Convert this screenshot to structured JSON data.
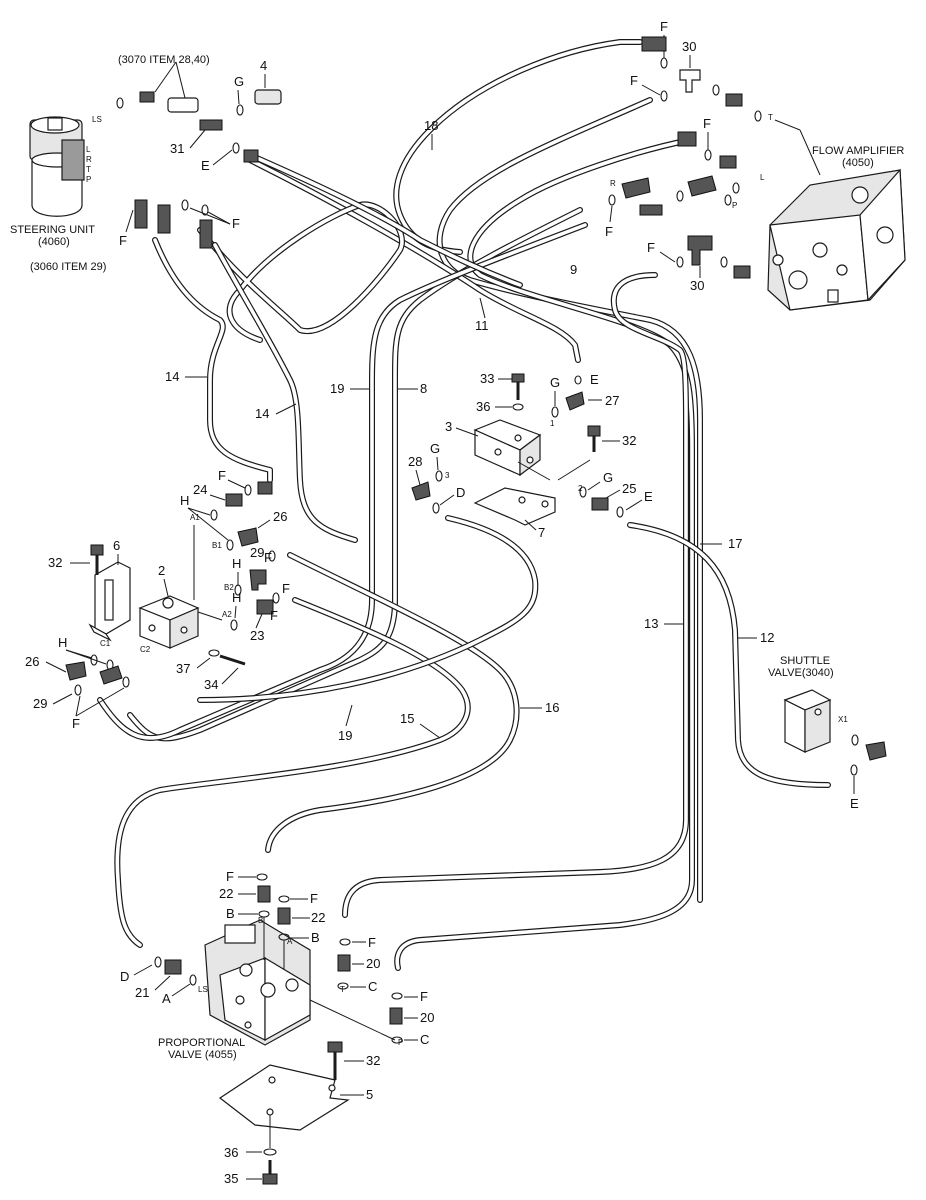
{
  "assemblies": {
    "steering_unit": "STEERING UNIT",
    "steering_unit_no": "(4060)",
    "flow_amplifier": "FLOW AMPLIFIER",
    "flow_amplifier_no": "(4050)",
    "shuttle_valve": "SHUTTLE",
    "shuttle_valve_no": "VALVE(3040)",
    "proportional_valve": "PROPORTIONAL",
    "proportional_valve_no": "VALVE (4055)",
    "ref_3070": "(3070 ITEM 28,40)",
    "ref_3060": "(3060 ITEM 29)"
  },
  "port_labels": {
    "LS": "LS",
    "L": "L",
    "R": "R",
    "T": "T",
    "P": "P",
    "A1": "A1",
    "B1": "B1",
    "A2": "A2",
    "B2": "B2",
    "C1": "C1",
    "C2": "C2",
    "X1": "X1",
    "B": "B",
    "A": "A",
    "T2": "T",
    "P2": "P",
    "R2": "R",
    "n1": "1",
    "n2": "2",
    "n3": "3"
  },
  "callouts": {
    "c4": "4",
    "cG1": "G",
    "cE1": "E",
    "c31": "31",
    "cF_top1": "F",
    "c30_top": "30",
    "cF_top2": "F",
    "cF_top3": "F",
    "c18": "18",
    "cF_steer": "F",
    "cF_steer2": "F",
    "cF_fa1": "F",
    "cF_fa2": "F",
    "c30_mid": "30",
    "c9": "9",
    "c11": "11",
    "c14a": "14",
    "c14b": "14",
    "c19a": "19",
    "c8": "8",
    "c33": "33",
    "cG2": "G",
    "cE2": "E",
    "c36a": "36",
    "c27": "27",
    "c3": "3",
    "c32a": "32",
    "cG3": "G",
    "c28": "28",
    "cD1": "D",
    "cG4": "G",
    "c25": "25",
    "cE3": "E",
    "c7": "7",
    "c17": "17",
    "cF_l1": "F",
    "c24": "24",
    "cH1": "H",
    "c26a": "26",
    "c29a": "29",
    "cF_l2": "F",
    "c32b": "32",
    "c6": "6",
    "c2": "2",
    "cH2": "H",
    "cF_l3": "F",
    "c23": "23",
    "cH3": "H",
    "c26b": "26",
    "c29b": "29",
    "cF_l4": "F",
    "c37": "37",
    "c34": "34",
    "c13": "13",
    "c12": "12",
    "c16": "16",
    "c15": "15",
    "c19b": "19",
    "cE4": "E",
    "cF_b1": "F",
    "c22a": "22",
    "cB1": "B",
    "cF_b2": "F",
    "c22b": "22",
    "cB2": "B",
    "cF_b3": "F",
    "c20a": "20",
    "cD2": "D",
    "c21": "21",
    "cA": "A",
    "cC1": "C",
    "cF_b4": "F",
    "c20b": "20",
    "cC2": "C",
    "c32c": "32",
    "c5": "5",
    "c36b": "36",
    "c35": "35"
  },
  "colors": {
    "line": "#1a1a1a",
    "background": "#ffffff",
    "fill_light": "#e6e6e6"
  }
}
